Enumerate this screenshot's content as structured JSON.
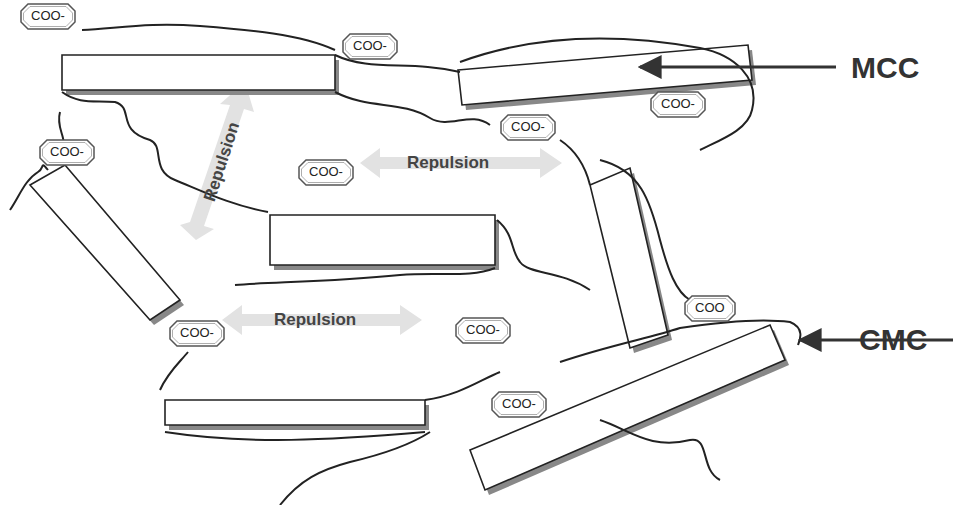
{
  "diagram": {
    "nodes": [
      {
        "text": [
          "COO-"
        ]
      },
      {
        "text": [
          "COO-"
        ]
      },
      {
        "text": [
          "COO-"
        ]
      },
      {
        "text": [
          "COO-"
        ]
      },
      {
        "text": [
          "COO-"
        ]
      },
      {
        "text": [
          "COO-"
        ]
      },
      {
        "text": [
          "COO"
        ]
      },
      {
        "text": [
          "COO-"
        ]
      },
      {
        "text": [
          "COO-"
        ]
      },
      {
        "text": [
          "COO-"
        ]
      }
    ],
    "labels": [
      "Repulsion",
      "Repulsion",
      "Repulsion",
      "MCC",
      "CMC"
    ]
  }
}
